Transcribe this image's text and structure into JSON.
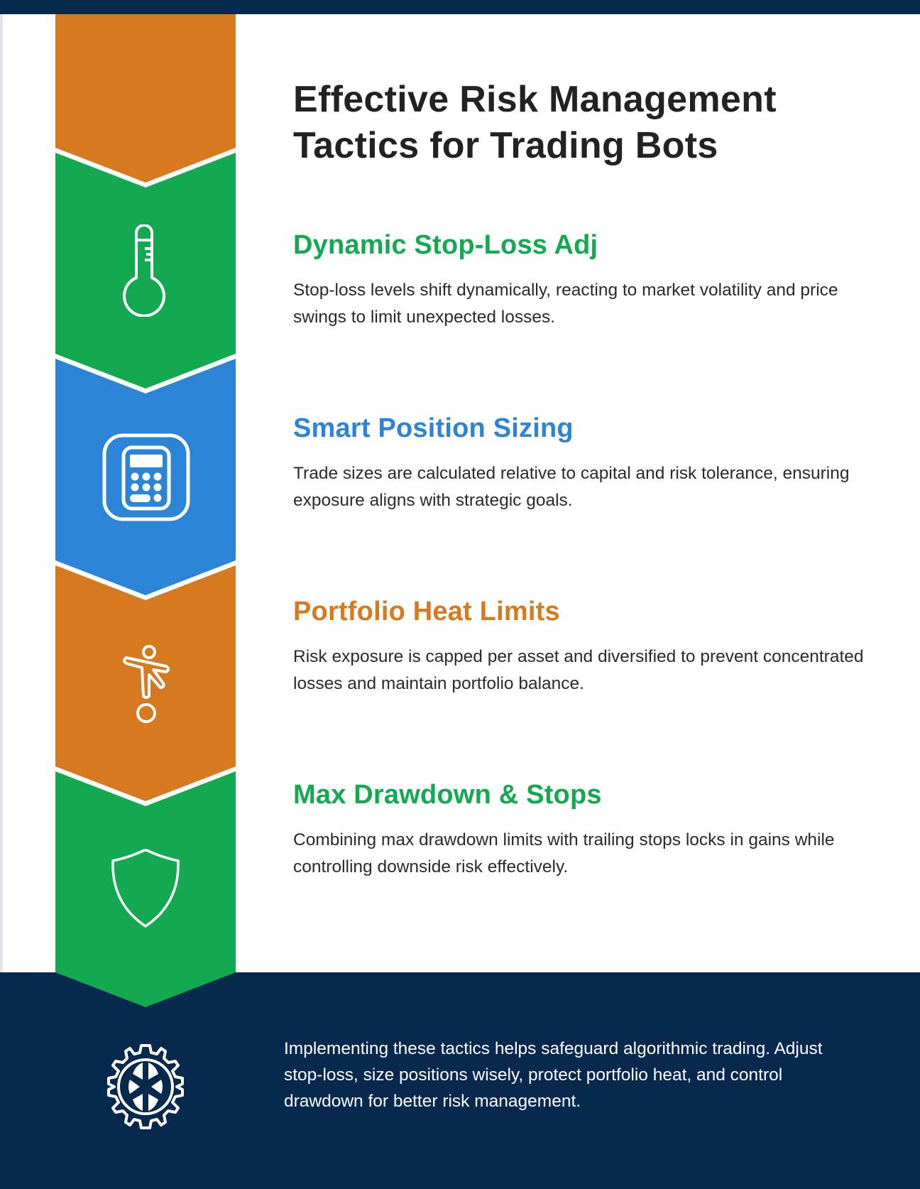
{
  "title": "Effective Risk Management Tactics for Trading Bots",
  "colors": {
    "navy": "#06294d",
    "orange": "#d7791f",
    "green": "#12a951",
    "blue": "#2c84d9",
    "text": "#2a2a2a"
  },
  "sections": [
    {
      "heading": "Dynamic Stop-Loss Adj",
      "body": "Stop-loss levels shift dynamically, reacting to market volatility and price swings to limit unexpected losses.",
      "color": "green",
      "icon": "thermometer-icon"
    },
    {
      "heading": "Smart Position Sizing",
      "body": "Trade sizes are calculated relative to capital and risk tolerance, ensuring exposure aligns with strategic goals.",
      "color": "blue",
      "icon": "calculator-icon"
    },
    {
      "heading": "Portfolio Heat Limits",
      "body": "Risk exposure is capped per asset and diversified to prevent concentrated losses and maintain portfolio balance.",
      "color": "orange",
      "icon": "balance-figure-icon"
    },
    {
      "heading": "Max Drawdown & Stops",
      "body": "Combining max drawdown limits with trailing stops locks in gains while controlling downside risk effectively.",
      "color": "green",
      "icon": "shield-icon"
    }
  ],
  "footer": {
    "icon": "gear-wheel-icon",
    "text": "Implementing these tactics helps safeguard algorithmic trading. Adjust stop-loss, size positions wisely, protect portfolio heat, and control drawdown for better risk management."
  }
}
